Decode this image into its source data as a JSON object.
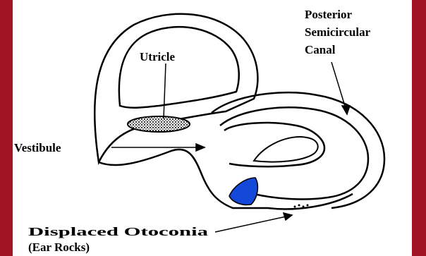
{
  "labels": {
    "utricle": "Utricle",
    "posterior_line1": "Posterior",
    "posterior_line2": "Semicircular",
    "posterior_line3": "Canal",
    "vestibule": "Vestibule",
    "otoconia_line1": "Displaced Otoconia",
    "otoconia_line2": "(Ear Rocks)"
  },
  "colors": {
    "background": "#a01424",
    "panel": "#ffffff",
    "otoconia": "#1448d8",
    "ink": "#000000"
  }
}
